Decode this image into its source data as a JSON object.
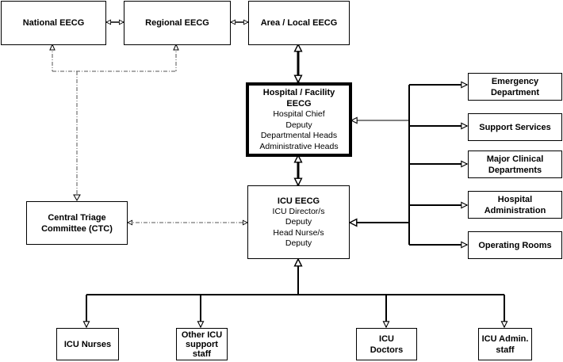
{
  "diagram": {
    "nodes": {
      "national": {
        "title": "National EECG"
      },
      "regional": {
        "title": "Regional EECG"
      },
      "area": {
        "title": "Area / Local EECG"
      },
      "hospital": {
        "title_line1": "Hospital / Facility",
        "title_line2": "EECG",
        "lines": [
          "Hospital Chief",
          "Deputy",
          "Departmental Heads",
          "Administrative Heads"
        ]
      },
      "ctc": {
        "title_line1": "Central Triage",
        "title_line2": "Committee (CTC)"
      },
      "icu": {
        "title": "ICU EECG",
        "lines": [
          "ICU Director/s",
          "Deputy",
          "Head Nurse/s",
          "Deputy"
        ]
      },
      "emergency": {
        "line1": "Emergency",
        "line2": "Department"
      },
      "support": {
        "title": "Support Services"
      },
      "major": {
        "line1": "Major Clinical",
        "line2": "Departments"
      },
      "hospital_admin": {
        "line1": "Hospital",
        "line2": "Administration"
      },
      "operating": {
        "title": "Operating Rooms"
      },
      "icu_nurses": {
        "title": "ICU Nurses"
      },
      "other_icu": {
        "line1": "Other ICU",
        "line2": "support",
        "line3": "staff"
      },
      "icu_doctors": {
        "line1": "ICU",
        "line2": "Doctors"
      },
      "icu_admin": {
        "line1": "ICU Admin.",
        "line2": "staff"
      }
    }
  }
}
